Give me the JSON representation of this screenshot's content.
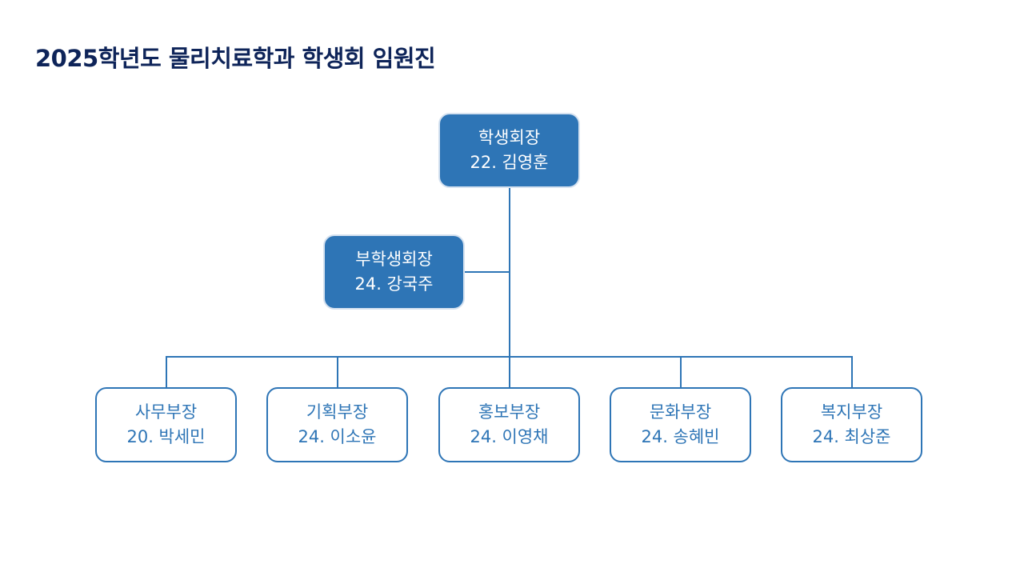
{
  "title": "2025학년도  물리치료학과 학생회 임원진",
  "colors": {
    "title": "#0e2459",
    "accent": "#2e75b6",
    "filled_border": "#d6e2f0"
  },
  "president": {
    "role": "학생회장",
    "name": "22. 김영훈"
  },
  "vice_president": {
    "role": "부학생회장",
    "name": "24. 강국주"
  },
  "departments": [
    {
      "role": "사무부장",
      "name": "20. 박세민"
    },
    {
      "role": "기획부장",
      "name": "24. 이소윤"
    },
    {
      "role": "홍보부장",
      "name": "24. 이영채"
    },
    {
      "role": "문화부장",
      "name": "24. 송혜빈"
    },
    {
      "role": "복지부장",
      "name": "24. 최상준"
    }
  ]
}
